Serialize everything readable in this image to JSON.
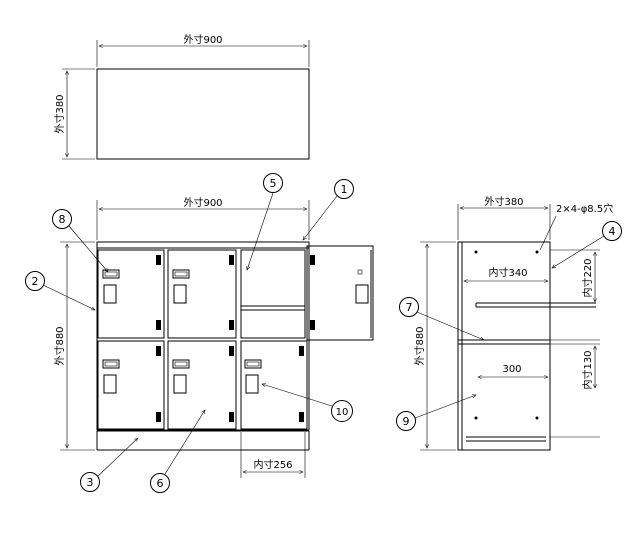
{
  "top_view": {
    "width_label": "外寸900",
    "depth_label": "外寸380"
  },
  "front_view": {
    "width_label": "外寸900",
    "height_label": "外寸880",
    "door_inner_width_label": "内寸256"
  },
  "side_view": {
    "depth_label": "外寸380",
    "hole_spec": "2×4-φ8.5穴",
    "inner_depth_label": "内寸340",
    "upper_inner_height_label": "内寸220",
    "lower_inner_height_label": "内寸130",
    "shelf_width_label": "300",
    "height_label": "外寸880"
  },
  "callouts": [
    {
      "id": "c1",
      "label": "1"
    },
    {
      "id": "c2",
      "label": "2"
    },
    {
      "id": "c3",
      "label": "3"
    },
    {
      "id": "c4",
      "label": "4"
    },
    {
      "id": "c5",
      "label": "5"
    },
    {
      "id": "c6",
      "label": "6"
    },
    {
      "id": "c7",
      "label": "7"
    },
    {
      "id": "c8",
      "label": "8"
    },
    {
      "id": "c9",
      "label": "9"
    },
    {
      "id": "c10",
      "label": "10"
    }
  ]
}
